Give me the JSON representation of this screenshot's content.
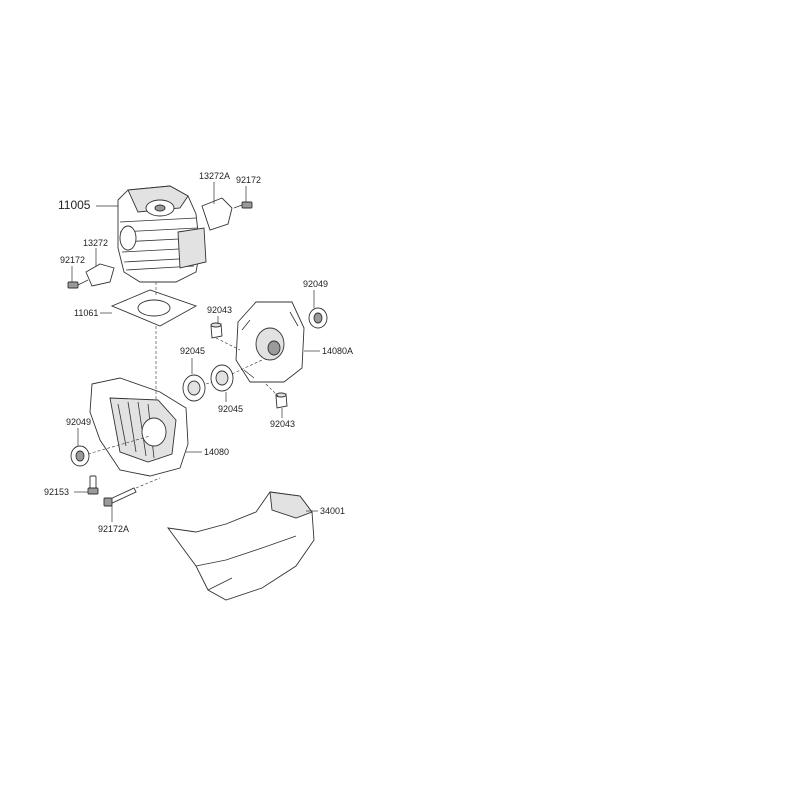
{
  "labels": {
    "cylinder": "11005",
    "cover_right": "13272A",
    "bolt_top_right": "92172",
    "cover_left": "13272",
    "bolt_left": "92172",
    "gasket": "11061",
    "pin_top": "92043",
    "seal_right": "92049",
    "crankcase_right": "14080A",
    "bearing_left": "92045",
    "bearing_right": "92045",
    "pin_bottom": "92043",
    "seal_left": "92049",
    "crankcase_left": "14080",
    "bolt_92153": "92153",
    "bolt_92172a": "92172A",
    "cover_34001": "34001"
  }
}
